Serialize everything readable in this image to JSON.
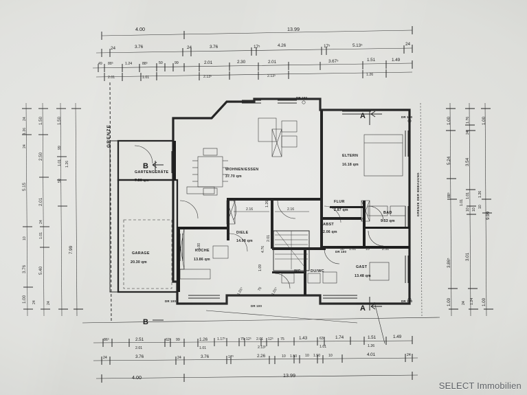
{
  "document": {
    "type": "architectural-floor-plan",
    "language": "de",
    "watermark": "SELECT Immobilien"
  },
  "labels": {
    "boundary_left": "GRENZE",
    "boundary_right": "GRENZE DER BEBAUUNG",
    "section_a_top": "A",
    "section_a_bottom": "A",
    "section_b_top": "B",
    "section_b_bottom": "B"
  },
  "rooms": [
    {
      "id": "wohnen-essen",
      "name": "WOHNEN/ESSEN",
      "area": "37.70 qm"
    },
    {
      "id": "eltern",
      "name": "ELTERN",
      "area": "16.18 qm"
    },
    {
      "id": "flur",
      "name": "FLUR",
      "area": "2.87 qm"
    },
    {
      "id": "bad",
      "name": "BAD",
      "area": "9.53 qm"
    },
    {
      "id": "abst",
      "name": "ABST",
      "area": "2.06 qm"
    },
    {
      "id": "gast",
      "name": "GAST",
      "area": "13.48 qm"
    },
    {
      "id": "diele",
      "name": "DIELE",
      "area": "14.98 qm"
    },
    {
      "id": "kueche",
      "name": "KÜCHE",
      "area": "13.86 qm"
    },
    {
      "id": "garage",
      "name": "GARAGE",
      "area": "20.30 qm"
    },
    {
      "id": "gartengeraete",
      "name": "GARTENGERÄTE",
      "area": "7.56 qm"
    },
    {
      "id": "wc",
      "name": "WC",
      "area": ""
    },
    {
      "id": "du",
      "name": "DU/WC",
      "area": ""
    }
  ],
  "door_tags": [
    {
      "id": "dr-top",
      "text": "DR 100"
    },
    {
      "id": "dr-bottom",
      "text": "DR 100"
    },
    {
      "id": "dr-left",
      "text": "DR 100"
    },
    {
      "id": "dr-rt",
      "text": "DR 100"
    },
    {
      "id": "dr-rb",
      "text": "DR 100"
    },
    {
      "id": "dr-in",
      "text": "DR 100"
    }
  ],
  "dimensions": {
    "top": {
      "row1": [
        {
          "value": "4.00"
        },
        {
          "value": "13.99"
        }
      ],
      "row2": [
        {
          "value": "24"
        },
        {
          "value": "3.76"
        },
        {
          "value": "24"
        },
        {
          "value": "3.76"
        },
        {
          "value": "17⁵"
        },
        {
          "value": "4.26"
        },
        {
          "value": "17⁵"
        },
        {
          "value": "5.13⁵"
        },
        {
          "value": "24"
        }
      ],
      "row3": [
        {
          "value": "49"
        },
        {
          "value": "88⁵"
        },
        {
          "value": "1.24"
        },
        {
          "value": "88⁵"
        },
        {
          "value": "50"
        },
        {
          "value": "99"
        },
        {
          "value": "2.01"
        },
        {
          "value": "2.30"
        },
        {
          "value": "2.01"
        },
        {
          "value": "3.67⁵"
        },
        {
          "value": "1.51"
        },
        {
          "value": "1.49"
        }
      ],
      "row4": [
        {
          "value": "2.01"
        },
        {
          "value": "1.01"
        },
        {
          "value": "2.13⁵"
        },
        {
          "value": "2.13⁵"
        },
        {
          "value": "1.26"
        }
      ]
    },
    "bottom": {
      "row1": [
        {
          "value": "86⁵"
        },
        {
          "value": "2.51"
        },
        {
          "value": "62⁹"
        },
        {
          "value": "99"
        },
        {
          "value": "1.26"
        },
        {
          "value": "1.17⁵"
        },
        {
          "value": "75"
        },
        {
          "value": "12⁵"
        },
        {
          "value": "2.01"
        },
        {
          "value": "12⁵"
        },
        {
          "value": "75"
        },
        {
          "value": "1.43"
        },
        {
          "value": "63⁹"
        },
        {
          "value": "1.74"
        },
        {
          "value": "1.51"
        },
        {
          "value": "1.49"
        }
      ],
      "row2": [
        {
          "value": "2.01"
        },
        {
          "value": "1.01"
        },
        {
          "value": "2.13⁵"
        },
        {
          "value": "1.01"
        },
        {
          "value": "1.26"
        }
      ],
      "row3": [
        {
          "value": "24"
        },
        {
          "value": "3.76"
        },
        {
          "value": "24"
        },
        {
          "value": "3.76"
        },
        {
          "value": "17⁹"
        },
        {
          "value": "2.26"
        },
        {
          "value": "10"
        },
        {
          "value": "1.50"
        },
        {
          "value": "10"
        },
        {
          "value": "1.50"
        },
        {
          "value": "10"
        },
        {
          "value": "4.01"
        },
        {
          "value": "24"
        }
      ],
      "row4": [
        {
          "value": "4.00"
        },
        {
          "value": "13.99"
        }
      ]
    },
    "left": {
      "col1": [
        {
          "value": "24"
        },
        {
          "value": "1.26"
        },
        {
          "value": "24"
        },
        {
          "value": "5.15"
        },
        {
          "value": "10"
        },
        {
          "value": "3.76"
        },
        {
          "value": "1.00"
        },
        {
          "value": "24"
        }
      ],
      "col2": [
        {
          "value": "1.50"
        },
        {
          "value": "2.50"
        },
        {
          "value": "2.01"
        },
        {
          "value": "24"
        },
        {
          "value": "1.01"
        },
        {
          "value": "5.40"
        },
        {
          "value": "24"
        }
      ],
      "col3": [
        {
          "value": "1.50"
        },
        {
          "value": "99"
        },
        {
          "value": "1.01"
        },
        {
          "value": "50"
        },
        {
          "value": "1.26"
        },
        {
          "value": "7.99"
        }
      ]
    },
    "right": {
      "col1": [
        {
          "value": "1.00"
        },
        {
          "value": "5.24"
        },
        {
          "value": "88⁵"
        },
        {
          "value": "3.86⁵"
        },
        {
          "value": "1.00"
        }
      ],
      "col2": [
        {
          "value": "1.76"
        },
        {
          "value": "24"
        },
        {
          "value": "3.54"
        },
        {
          "value": "1.01"
        },
        {
          "value": "1.01"
        },
        {
          "value": "10"
        },
        {
          "value": "10"
        },
        {
          "value": "3.01"
        },
        {
          "value": "24"
        },
        {
          "value": "1.24"
        }
      ],
      "col3": [
        {
          "value": "1.00"
        },
        {
          "value": "1.26"
        },
        {
          "value": "10"
        },
        {
          "value": "9.99"
        },
        {
          "value": "1.00"
        }
      ]
    },
    "interior": [
      {
        "value": "2.16"
      },
      {
        "value": "1.26"
      },
      {
        "value": "2.16"
      },
      {
        "value": "2.01"
      },
      {
        "value": "4.76"
      },
      {
        "value": "1.09"
      },
      {
        "value": "50"
      },
      {
        "value": "1.01"
      },
      {
        "value": "10"
      },
      {
        "value": "2.51"
      },
      {
        "value": "75"
      },
      {
        "value": "1.01⁵"
      },
      {
        "value": "1.01⁵"
      },
      {
        "value": "1.00"
      }
    ]
  }
}
